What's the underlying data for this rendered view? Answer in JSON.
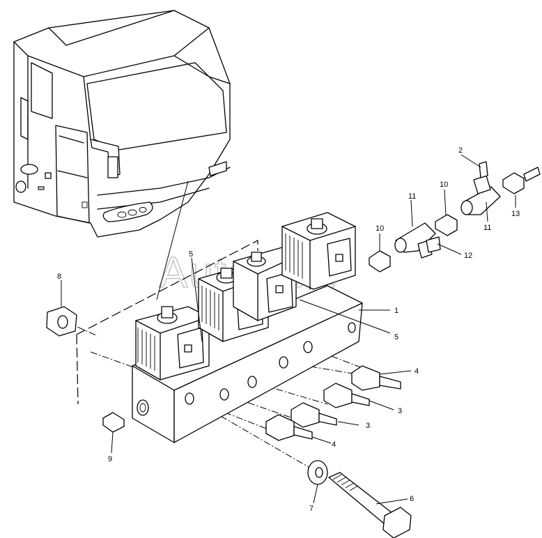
{
  "watermark": "AutoSoft",
  "callouts": {
    "c1": "1",
    "c2": "2",
    "c3a": "3",
    "c3b": "3",
    "c4a": "4",
    "c4b": "4",
    "c5a": "5",
    "c5b": "5",
    "c6": "6",
    "c7": "7",
    "c8": "8",
    "c9": "9",
    "c10a": "10",
    "c10b": "10",
    "c11a": "11",
    "c11b": "11",
    "c12": "12",
    "c13": "13"
  }
}
